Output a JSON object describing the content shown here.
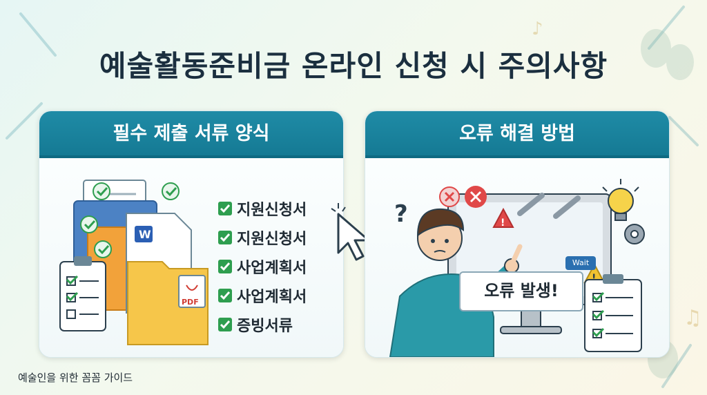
{
  "title": "예술활동준비금 온라인 신청 시 주의사항",
  "left_card": {
    "heading": "필수 제출 서류 양식",
    "items": [
      "지원신청서",
      "지원신청서",
      "사업계획서",
      "사업계획서",
      "증빙서류"
    ],
    "word_badge": "W",
    "pdf_badge": "PDF"
  },
  "right_card": {
    "heading": "오류 해결 방법",
    "error_message": "오류 발생!",
    "wait_badge": "Wait"
  },
  "footer": "예술인을 위한 꼼꼼 가이드",
  "colors": {
    "header_teal": "#1f8ba6",
    "check_green": "#2e9e4f",
    "error_red": "#e04848",
    "warning_yellow": "#f2c230",
    "title_dark": "#1b2f3f"
  }
}
